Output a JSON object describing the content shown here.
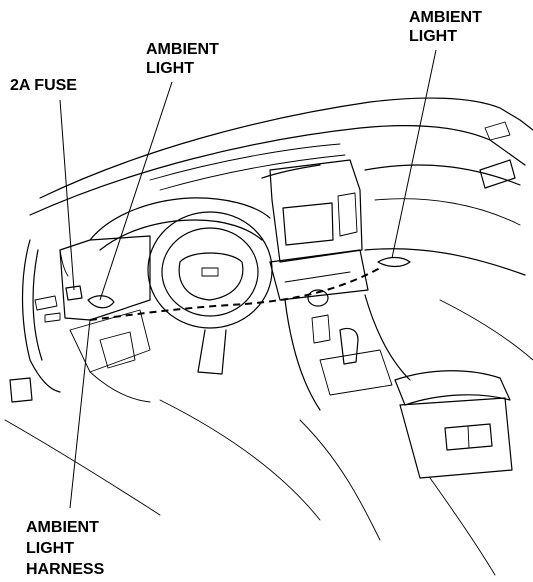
{
  "labels": {
    "fuse": "2A FUSE",
    "ambient_left_1": "AMBIENT",
    "ambient_left_2": "LIGHT",
    "ambient_right_1": "AMBIENT",
    "ambient_right_2": "LIGHT",
    "harness_1": "AMBIENT",
    "harness_2": "LIGHT",
    "harness_3": "HARNESS"
  }
}
